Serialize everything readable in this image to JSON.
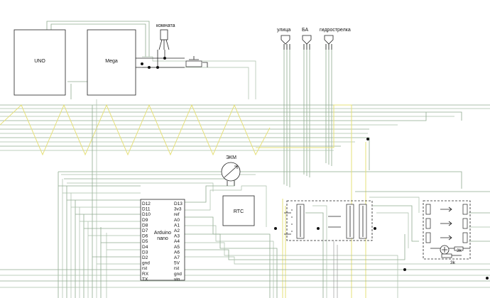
{
  "labels": {
    "uno": "UNO",
    "mega": "Mega",
    "komnata": "комната",
    "ulitsa": "улица",
    "ba": "БА",
    "gidrostrelka": "гидрострелка",
    "ekm": "ЭКМ",
    "rtc": "RTC",
    "nano_line1": "Arduino",
    "nano_line2": "nano",
    "res1": "3k",
    "res2": "3k"
  },
  "nano_left_pins": [
    "D12",
    "D11",
    "D10",
    "D9",
    "D8",
    "D7",
    "D6",
    "D5",
    "D4",
    "D3",
    "D2",
    "gnd",
    "rst",
    "RX",
    "TX"
  ],
  "nano_right_pins": [
    "D13",
    "3v3",
    "ref",
    "A0",
    "A1",
    "A2",
    "A3",
    "A4",
    "A5",
    "A6",
    "A7",
    "5V",
    "rst",
    "gnd",
    "vin"
  ],
  "colors": {
    "wire_green": "#8faa8f",
    "wire_yellow": "#e6e07a",
    "wire_gray": "#9a9a9a",
    "outline": "#222222"
  }
}
